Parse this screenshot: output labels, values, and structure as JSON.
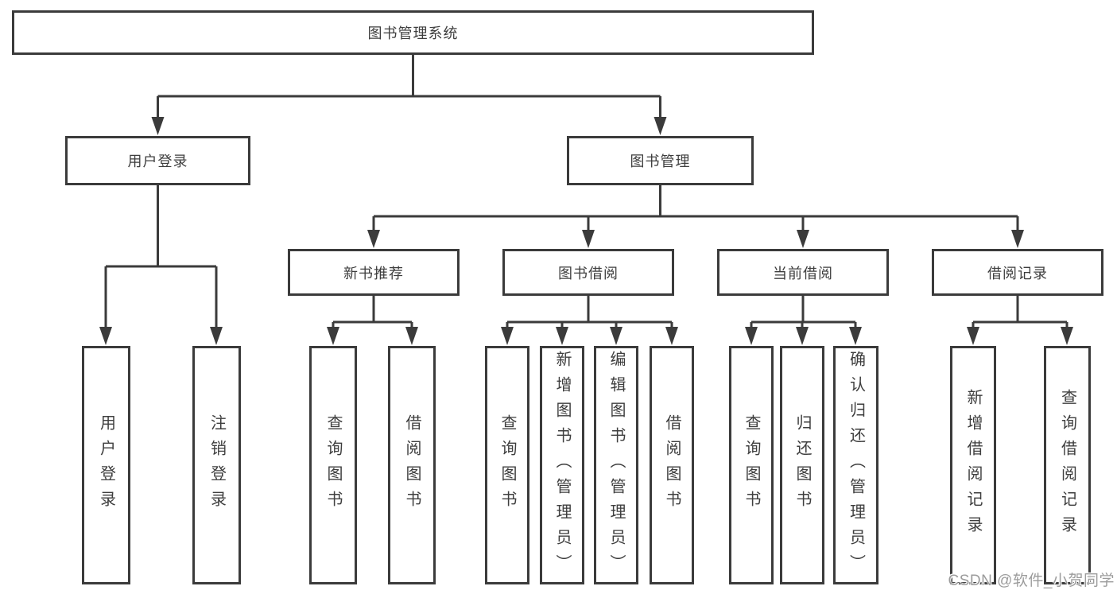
{
  "colors": {
    "line": "#3b3b3b",
    "text": "#3e3e3e",
    "node_background": "#ffffff",
    "page_background": "#ffffff",
    "watermark": "#9c9c9c"
  },
  "watermark": {
    "text": "CSDN @软件_小贺同学"
  },
  "tree": {
    "root": {
      "label": "图书管理系统"
    },
    "children": [
      {
        "label": "用户登录",
        "children": [
          {
            "label": "用户登录"
          },
          {
            "label": "注销登录"
          }
        ]
      },
      {
        "label": "图书管理",
        "children": [
          {
            "label": "新书推荐",
            "children": [
              {
                "label": "查询图书"
              },
              {
                "label": "借阅图书"
              }
            ]
          },
          {
            "label": "图书借阅",
            "children": [
              {
                "label": "查询图书"
              },
              {
                "label": "新增图书（管理员）"
              },
              {
                "label": "编辑图书（管理员）"
              },
              {
                "label": "借阅图书"
              }
            ]
          },
          {
            "label": "当前借阅",
            "children": [
              {
                "label": "查询图书"
              },
              {
                "label": "归还图书"
              },
              {
                "label": "确认归还（管理员）"
              }
            ]
          },
          {
            "label": "借阅记录",
            "children": [
              {
                "label": "新增借阅记录"
              },
              {
                "label": "查询借阅记录"
              }
            ]
          }
        ]
      }
    ]
  }
}
